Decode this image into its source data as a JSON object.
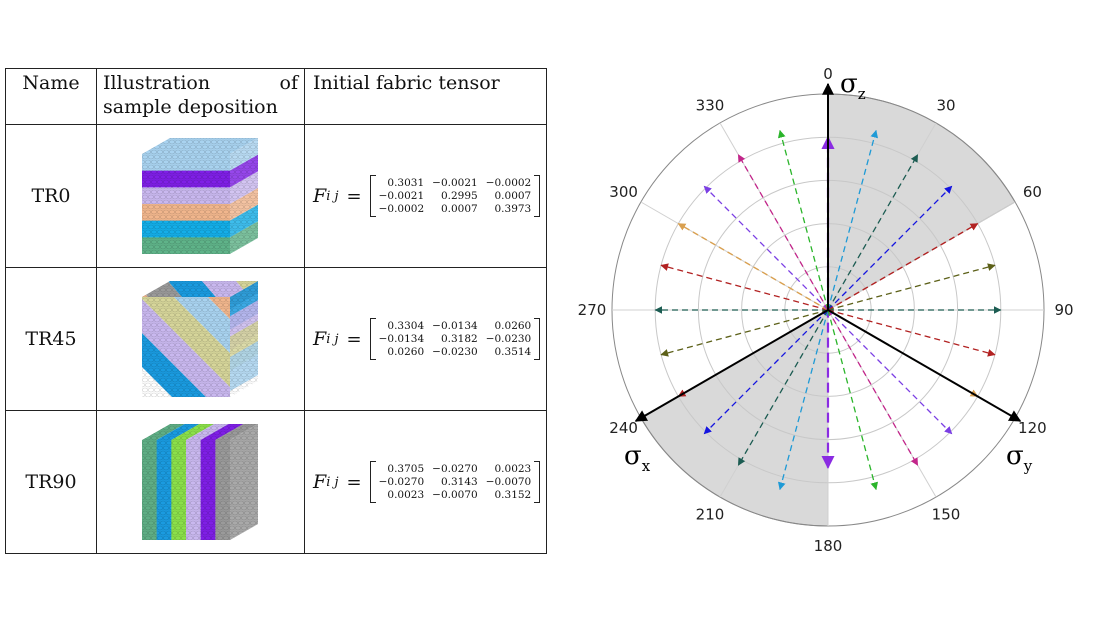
{
  "table": {
    "headers": {
      "name": "Name",
      "illustration_line1_a": "Illustration",
      "illustration_line1_b": "of",
      "illustration_line2": "sample deposition",
      "fabric": "Initial fabric tensor"
    },
    "rows": [
      {
        "name": "TR0",
        "tensor_symbol": "F",
        "tensor_subscript": "i j",
        "equals": "=",
        "matrix": [
          [
            "0.3031",
            "−0.0021",
            "−0.0002"
          ],
          [
            "−0.0021",
            "0.2995",
            "0.0007"
          ],
          [
            "−0.0002",
            "0.0007",
            "0.3973"
          ]
        ],
        "layer_colors": [
          "#a9d3f0",
          "#7f1fe6",
          "#c9b8ef",
          "#f1b68d",
          "#14aee8",
          "#5fb389"
        ]
      },
      {
        "name": "TR45",
        "tensor_symbol": "F",
        "tensor_subscript": "i j",
        "equals": "=",
        "matrix": [
          [
            "0.3304",
            "−0.0134",
            "0.0260"
          ],
          [
            "−0.0134",
            "0.3182",
            "−0.0230"
          ],
          [
            "0.0260",
            "−0.0230",
            "0.3514"
          ]
        ],
        "layer_colors": [
          "#a9d3f0",
          "#f1b68d",
          "#9a9a9a",
          "#1a9be0",
          "#c9b8ef",
          "#d6d59a"
        ]
      },
      {
        "name": "TR90",
        "tensor_symbol": "F",
        "tensor_subscript": "i j",
        "equals": "=",
        "matrix": [
          [
            "0.3705",
            "−0.0270",
            "0.0023"
          ],
          [
            "−0.0270",
            "0.3143",
            "−0.0070"
          ],
          [
            "0.0023",
            "−0.0070",
            "0.3152"
          ]
        ],
        "layer_colors": [
          "#5fae85",
          "#1a9be0",
          "#8be04a",
          "#c9b8ef",
          "#7f1fe6",
          "#9a9a9a"
        ]
      }
    ]
  },
  "polar": {
    "angle_labels": [
      "0",
      "30",
      "60",
      "90",
      "120",
      "150",
      "180",
      "210",
      "240",
      "270",
      "300",
      "330"
    ],
    "axis_labels": {
      "z_sigma": "σ",
      "z_sub": "z",
      "x_sigma": "σ",
      "x_sub": "x",
      "y_sigma": "σ",
      "y_sub": "y"
    },
    "shaded_sectors_deg": [
      [
        0,
        60
      ],
      [
        180,
        240
      ]
    ],
    "grid_ring_fractions": [
      0.2,
      0.4,
      0.6,
      0.8,
      1.0
    ],
    "stress_axes_deg": [
      0,
      120,
      240
    ],
    "arrows": [
      {
        "angle": 0,
        "color": "#8a2be2",
        "bidirectional": true,
        "dash": "10 5",
        "width": 2.2
      },
      {
        "angle": 15,
        "color": "#1e9ad6",
        "len": 0.86
      },
      {
        "angle": 195,
        "color": "#1e9ad6",
        "len": 0.86
      },
      {
        "angle": 30,
        "color": "#1c5c52",
        "len": 0.83
      },
      {
        "angle": 210,
        "color": "#1c5c52",
        "len": 0.83
      },
      {
        "angle": 45,
        "color": "#1515e0",
        "len": 0.81
      },
      {
        "angle": 225,
        "color": "#1515e0",
        "len": 0.81
      },
      {
        "angle": 60,
        "color": "#b22222",
        "len": 0.8
      },
      {
        "angle": 240,
        "color": "#b22222",
        "len": 0.8
      },
      {
        "angle": 75,
        "color": "#5c6018",
        "len": 0.8
      },
      {
        "angle": 255,
        "color": "#5c6018",
        "len": 0.8
      },
      {
        "angle": 90,
        "color": "#1c5c52",
        "len": 0.8
      },
      {
        "angle": 270,
        "color": "#1c5c52",
        "len": 0.8
      },
      {
        "angle": 105,
        "color": "#b22222",
        "len": 0.8
      },
      {
        "angle": 285,
        "color": "#b22222",
        "len": 0.8
      },
      {
        "angle": 120,
        "color": "#d9a050",
        "len": 0.8
      },
      {
        "angle": 300,
        "color": "#d9a050",
        "len": 0.8
      },
      {
        "angle": 135,
        "color": "#7b3fe4",
        "len": 0.81
      },
      {
        "angle": 315,
        "color": "#7b3fe4",
        "len": 0.81
      },
      {
        "angle": 150,
        "color": "#c2258a",
        "len": 0.83
      },
      {
        "angle": 330,
        "color": "#c2258a",
        "len": 0.83
      },
      {
        "angle": 165,
        "color": "#2bb52b",
        "len": 0.86
      },
      {
        "angle": 345,
        "color": "#2bb52b",
        "len": 0.86
      }
    ]
  }
}
